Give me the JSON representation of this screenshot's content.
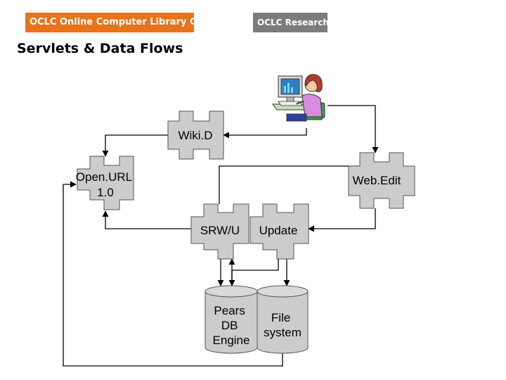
{
  "header": {
    "left_logo": "OCLC Online Computer Library Center",
    "right_logo": "OCLC Research"
  },
  "page": {
    "title": "Servlets & Data Flows"
  },
  "nodes": {
    "wikid": "Wiki.D",
    "openurl": [
      "Open.URL",
      "1.0"
    ],
    "webedit": "Web.Edit",
    "srwu": "SRW/U",
    "update": "Update"
  },
  "databases": {
    "pears": [
      "Pears",
      "DB",
      "Engine"
    ],
    "file": [
      "File",
      "system"
    ]
  },
  "colors": {
    "node_fill": "#cccccc",
    "line": "#000000",
    "logo_left_bg": "#e8731a",
    "logo_right_bg": "#7c7c7c"
  }
}
